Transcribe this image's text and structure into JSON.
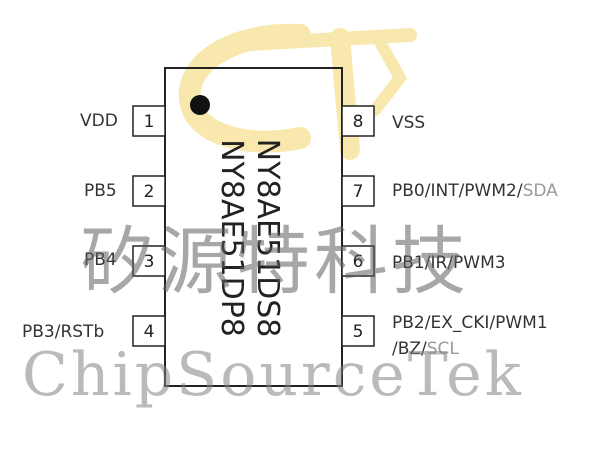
{
  "chip": {
    "part_number_1": "NY8AE51DS8",
    "part_number_2": "NY8AE51DP8"
  },
  "pins_left": [
    {
      "number": "1",
      "label": "VDD"
    },
    {
      "number": "2",
      "label": "PB5"
    },
    {
      "number": "3",
      "label": "PB4"
    },
    {
      "number": "4",
      "label": "PB3/RSTb"
    }
  ],
  "pins_right": [
    {
      "number": "8",
      "label": "VSS"
    },
    {
      "number": "7",
      "label": "PB0/INT/PWM2/",
      "label_dim": "SDA"
    },
    {
      "number": "6",
      "label": "PB1/IR/PWM3"
    },
    {
      "number": "5",
      "label": "PB2/EX_CKI/PWM1",
      "label_line2": "/BZ/",
      "label_line2_dim": "SCL"
    }
  ],
  "watermark": {
    "chinese": "矽源特科技",
    "english": "ChipSourceTek"
  },
  "colors": {
    "outline": "#222222",
    "logo": "#f5d66b",
    "pin1_dot": "#111111"
  }
}
